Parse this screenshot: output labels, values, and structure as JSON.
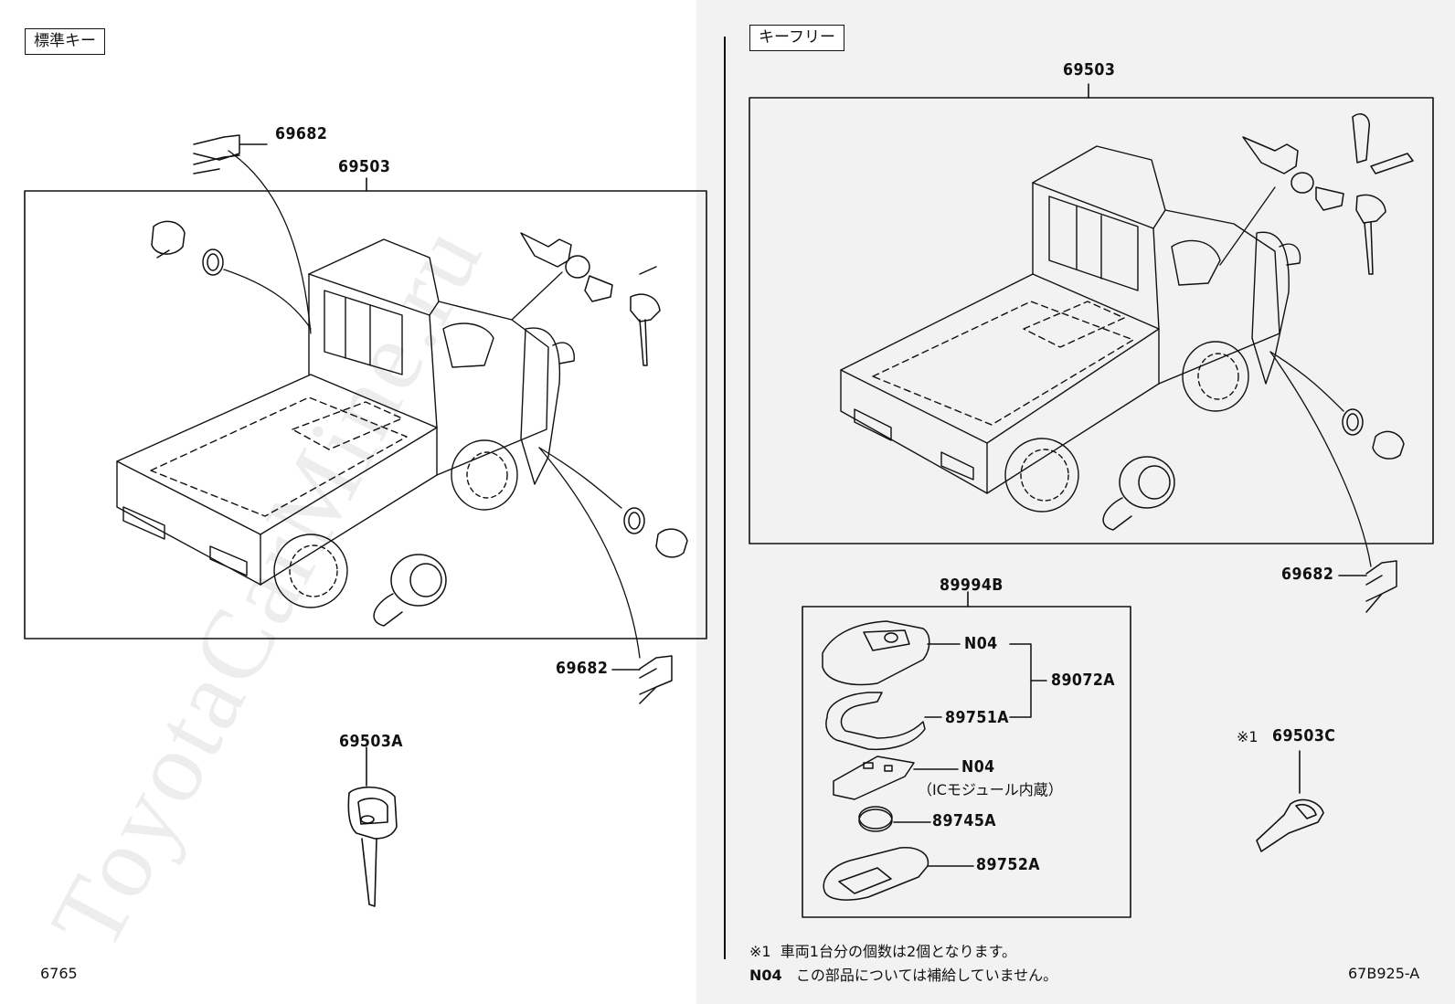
{
  "sections": {
    "left_title": "標準キー",
    "right_title": "キーフリー"
  },
  "labels": {
    "left_69682_top": "69682",
    "left_69503": "69503",
    "left_69682_bottom": "69682",
    "left_69503A": "69503A",
    "right_69503": "69503",
    "right_69682": "69682",
    "right_89994B": "89994B",
    "right_N04_a": "N04",
    "right_89072A": "89072A",
    "right_89751A": "89751A",
    "right_N04_b": "N04",
    "right_ic_module": "（ICモジュール内蔵）",
    "right_89745A": "89745A",
    "right_89752A": "89752A",
    "right_69503C_mark": "※1",
    "right_69503C": "69503C"
  },
  "notes": {
    "note1_mark": "※1",
    "note1_text": "車両1台分の個数は2個となります。",
    "note2_mark": "N04",
    "note2_text": "この部品については補給していません。"
  },
  "footer": {
    "left_code": "6765",
    "right_code": "67B925-A"
  },
  "watermark": "ToyotaCarMine.ru"
}
